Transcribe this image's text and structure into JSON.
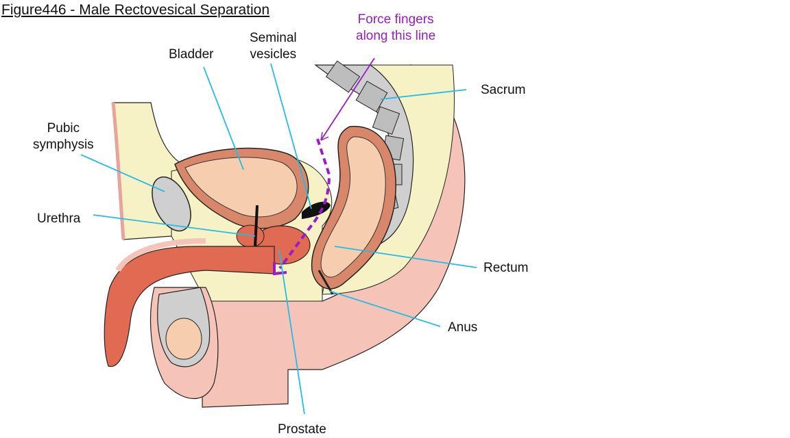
{
  "title": "Figure446 - Male Rectovesical Separation",
  "labels": {
    "bladder": "Bladder",
    "seminal_vesicles": [
      "Seminal",
      "vesicles"
    ],
    "pubic_symphysis": [
      "Pubic",
      "symphysis"
    ],
    "urethra": "Urethra",
    "prostate": "Prostate",
    "sacrum": "Sacrum",
    "rectum": "Rectum",
    "anus": "Anus",
    "instruction": [
      "Force fingers",
      "along this line"
    ]
  },
  "colors": {
    "leader_line": "#1fbde8",
    "instruction": "#9a1bc8",
    "skin": "#f5c3b8",
    "fat": "#f6f2c6",
    "muscle": "#e06a52",
    "bone": "#cfcfcf",
    "mucosa": "#f7cdb0"
  }
}
